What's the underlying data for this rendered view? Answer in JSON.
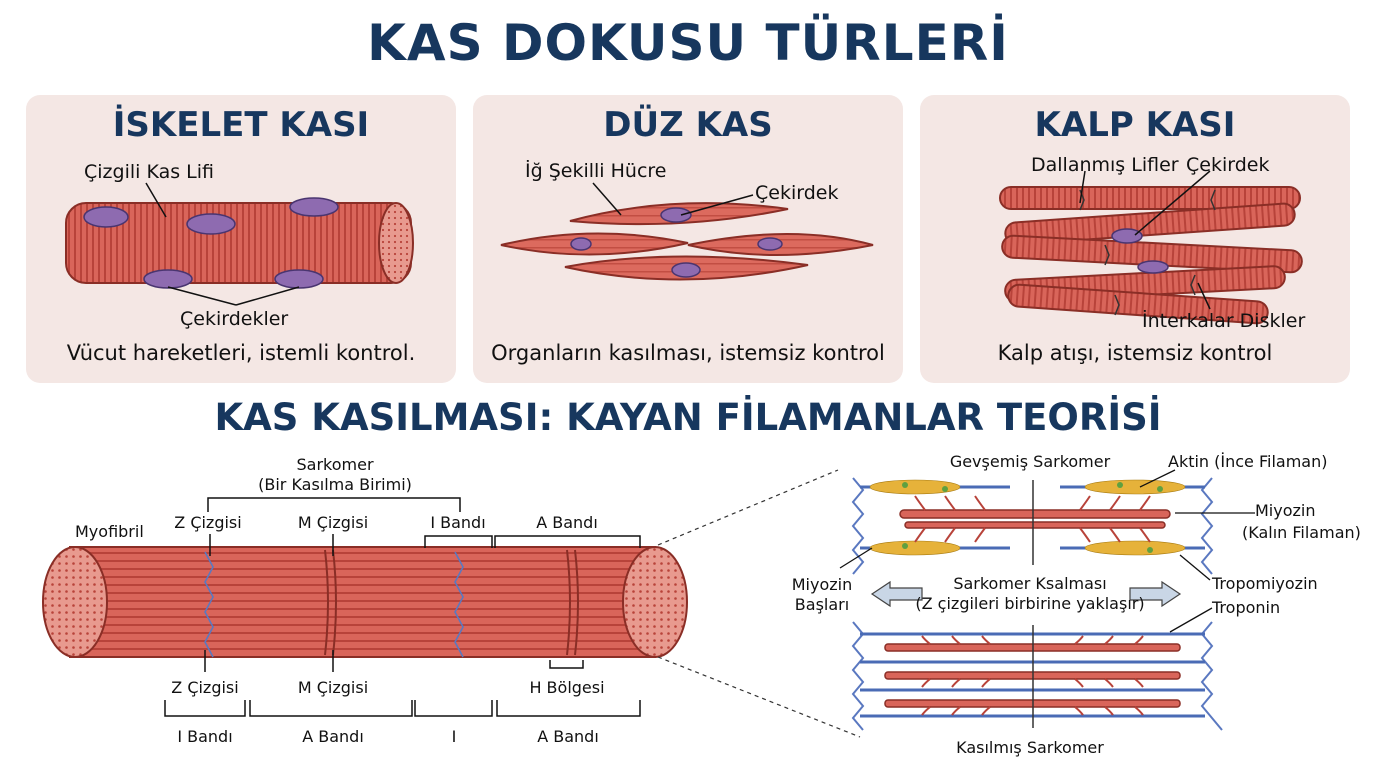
{
  "title": "KAS DOKUSU TÜRLERİ",
  "panels": [
    {
      "heading": "İSKELET KASI",
      "labels": {
        "fiber": "Çizgili Kas Lifi",
        "nuclei": "Çekirdekler"
      },
      "description": "Vücut hareketleri, istemli kontrol."
    },
    {
      "heading": "DÜZ KAS",
      "labels": {
        "cell": "İğ Şekilli Hücre",
        "nucleus": "Çekirdek"
      },
      "description": "Organların kasılması, istemsiz kontrol"
    },
    {
      "heading": "KALP KASI",
      "labels": {
        "branched": "Dallanmış Lifler",
        "nucleus": "Çekirdek",
        "discs": "İnterkalar Diskler"
      },
      "description": "Kalp atışı, istemsiz kontrol"
    }
  ],
  "section_title": "KAS KASILMASI: KAYAN FİLAMANLAR TEORİSİ",
  "myofibril": {
    "sarcomere_title": "Sarkomer",
    "sarcomere_subtitle": "(Bir Kasılma Birimi)",
    "myofibril": "Myofibril",
    "z_line_top": "Z Çizgisi",
    "m_line_top": "M Çizgisi",
    "i_band_top": "I Bandı",
    "a_band_top": "A Bandı",
    "z_line_bottom": "Z Çizgisi",
    "m_line_bottom": "M Çizgisi",
    "h_zone": "H Bölgesi",
    "bottom_bands": [
      "I Bandı",
      "A Bandı",
      "I",
      "A Bandı"
    ]
  },
  "sarcomere": {
    "relaxed": "Gevşemiş Sarkomer",
    "actin": "Aktin (İnce Filaman)",
    "myosin_1": "Miyozin",
    "myosin_2": "(Kalın Filaman)",
    "myosin_heads_1": "Miyozin",
    "myosin_heads_2": "Başları",
    "contraction_1": "Sarkomer Ksalması",
    "contraction_2": "(Z çizgileri birbirine yaklaşır)",
    "tropomyosin": "Tropomiyozin",
    "troponin": "Troponin",
    "contracted": "Kasılmış Sarkomer"
  },
  "colors": {
    "title": "#17375e",
    "panel_bg": "#f4e7e4",
    "muscle": "#d9655a",
    "muscle_stripe": "#b8433a",
    "nucleus": "#8e6bb0",
    "z_line": "#5a78c0",
    "actin": "#e6b23a"
  }
}
